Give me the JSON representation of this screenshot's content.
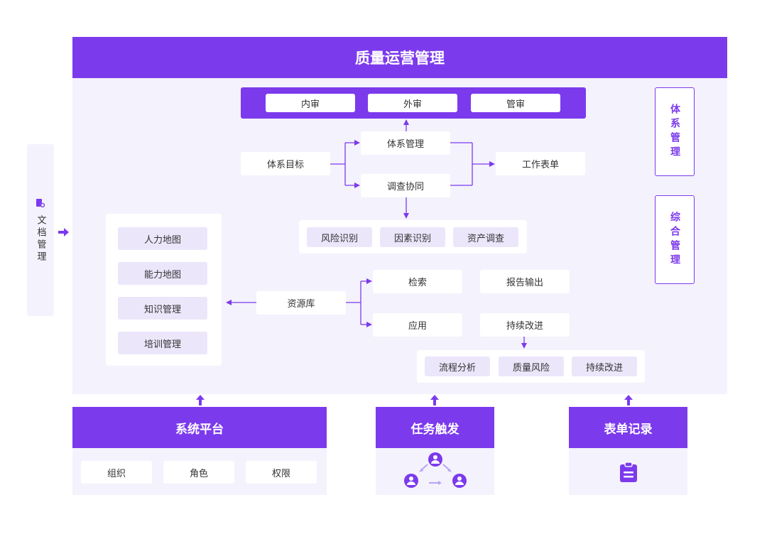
{
  "title": "质量运营管理",
  "audit": [
    "内审",
    "外审",
    "管审"
  ],
  "flow": {
    "target": "体系目标",
    "system_mgmt": "体系管理",
    "investigation": "调查协同",
    "work_form": "工作表单"
  },
  "identify": [
    "风险识别",
    "因素识别",
    "资产调查"
  ],
  "resources": {
    "hub": "资源库",
    "search": "检索",
    "apply": "应用",
    "report": "报告输出",
    "improve": "持续改进"
  },
  "left_panel": [
    "人力地图",
    "能力地图",
    "知识管理",
    "培训管理"
  ],
  "bottom_right_group": [
    "流程分析",
    "质量风险",
    "持续改进"
  ],
  "right_tags": [
    "体系管理",
    "综合管理"
  ],
  "doc_tab": {
    "label": "文档管理",
    "icon": "document-gear-icon"
  },
  "bottom": {
    "platform": {
      "title": "系统平台",
      "items": [
        "组织",
        "角色",
        "权限"
      ]
    },
    "task": {
      "title": "任务触发",
      "icon": "user-network-icon"
    },
    "form": {
      "title": "表单记录",
      "icon": "clipboard-icon"
    }
  },
  "colors": {
    "primary": "#7c3aed",
    "light": "#f4f2fc",
    "chip": "#ece6fb"
  }
}
